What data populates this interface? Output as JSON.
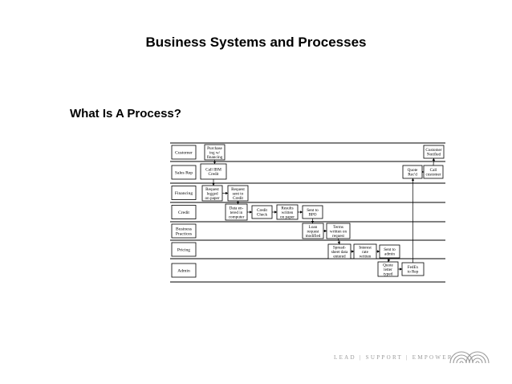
{
  "slide": {
    "title": "Business Systems and Processes",
    "subtitle": "What Is A Process?",
    "footer": "LEAD | SUPPORT | EMPOWER"
  },
  "lanes": [
    {
      "id": "customer",
      "label": [
        "Customer"
      ]
    },
    {
      "id": "salesrep",
      "label": [
        "Sales Rep"
      ]
    },
    {
      "id": "financing",
      "label": [
        "Financing"
      ]
    },
    {
      "id": "credit",
      "label": [
        "Credit"
      ]
    },
    {
      "id": "bizprac",
      "label": [
        "Business",
        "Practices"
      ]
    },
    {
      "id": "pricing",
      "label": [
        "Pricing"
      ]
    },
    {
      "id": "admin",
      "label": [
        "Admin"
      ]
    }
  ],
  "steps": [
    {
      "id": "purchasing",
      "lines": [
        "Purchase",
        "ing w/",
        "financing"
      ]
    },
    {
      "id": "call-ibm",
      "lines": [
        "Call IBM",
        "Credit"
      ]
    },
    {
      "id": "request-logged",
      "lines": [
        "Request",
        "logged",
        "on paper"
      ]
    },
    {
      "id": "request-sent",
      "lines": [
        "Request",
        "sent to",
        "Credit"
      ]
    },
    {
      "id": "data-entered",
      "lines": [
        "Data en-",
        "tered in",
        "computer"
      ]
    },
    {
      "id": "credit-check",
      "lines": [
        "Credit",
        "Check"
      ]
    },
    {
      "id": "results-written",
      "lines": [
        "Results",
        "written",
        "on paper"
      ]
    },
    {
      "id": "sent-bpo",
      "lines": [
        "Sent to",
        "BPO"
      ]
    },
    {
      "id": "loan-request",
      "lines": [
        "Loan",
        "request",
        "modified"
      ]
    },
    {
      "id": "terms-written",
      "lines": [
        "Terms",
        "written on",
        "request"
      ]
    },
    {
      "id": "spreadsheet",
      "lines": [
        "Spread-",
        "sheet data",
        "entered"
      ]
    },
    {
      "id": "interest-rate",
      "lines": [
        "Interest",
        "rate",
        "written"
      ]
    },
    {
      "id": "sent-admin",
      "lines": [
        "Sent to",
        "admin"
      ]
    },
    {
      "id": "quote-letter",
      "lines": [
        "Quote",
        "letter",
        "typed"
      ]
    },
    {
      "id": "fedex",
      "lines": [
        "FedEx",
        "to Rep"
      ]
    },
    {
      "id": "quote-recvd",
      "lines": [
        "Quote",
        "Rec'd"
      ]
    },
    {
      "id": "call-customer",
      "lines": [
        "Call",
        "customer"
      ]
    },
    {
      "id": "customer-notified",
      "lines": [
        "Customer",
        "Notified"
      ]
    }
  ]
}
